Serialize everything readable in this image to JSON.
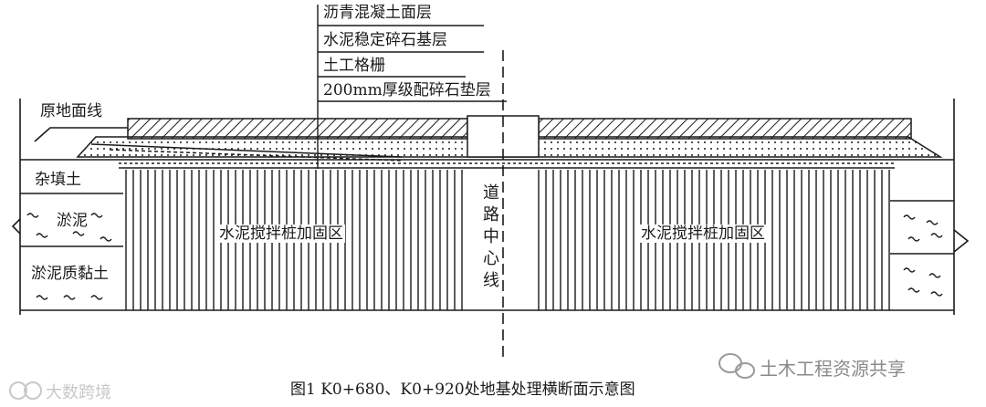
{
  "diagram": {
    "layers": [
      "沥青混凝土面层",
      "水泥稳定碎石基层",
      "土工格栅",
      "200mm厚级配碎石垫层"
    ],
    "original_ground_label": "原地面线",
    "soil_layers": {
      "fill": "杂填土",
      "silt": "淤泥",
      "silty_clay": "淤泥质黏土"
    },
    "zone_left": "水泥搅拌桩加固区",
    "zone_right": "水泥搅拌桩加固区",
    "centerline": "道路中心线",
    "caption": "图1   K0+680、K0+920处地基处理横断面示意图"
  },
  "watermarks": {
    "left": "大数跨境",
    "right": "土木工程资源共享"
  },
  "colors": {
    "ink": "#1a1a1a",
    "background": "#ffffff"
  }
}
